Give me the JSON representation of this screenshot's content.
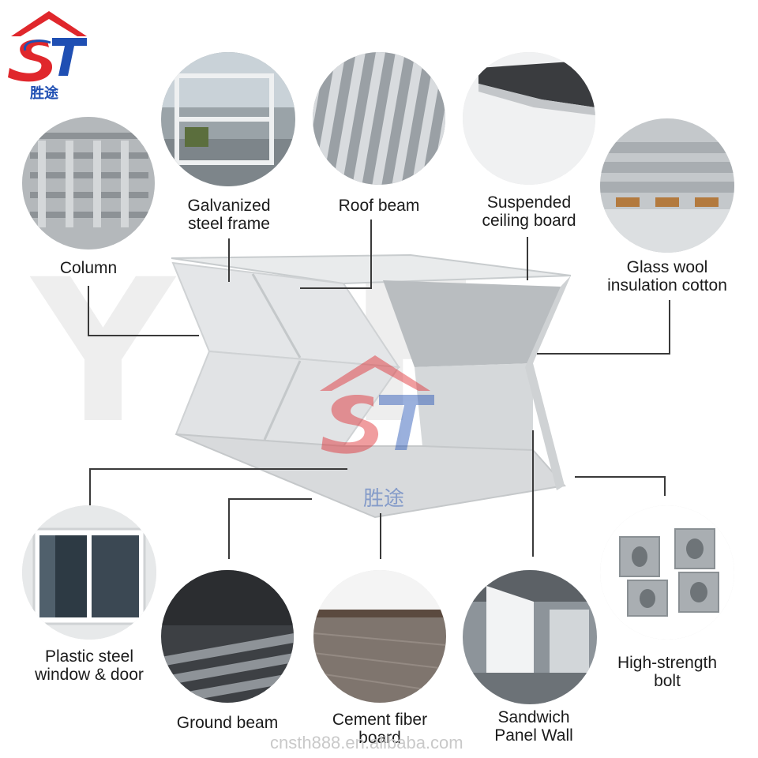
{
  "brand": {
    "logo_text": "胜途",
    "watermark_text": "胜途",
    "watermark_letters": "YLF"
  },
  "labels": {
    "column": "Column",
    "galvanized": [
      "Galvanized",
      "steel frame"
    ],
    "roof_beam": "Roof beam",
    "ceiling": [
      "Suspended",
      "ceiling board"
    ],
    "insulation": [
      "Glass wool",
      "insulation cotton"
    ],
    "window": [
      "Plastic steel",
      "window & door"
    ],
    "ground_beam": "Ground beam",
    "cement": [
      "Cement fiber",
      "board"
    ],
    "sandwich": [
      "Sandwich",
      "Panel Wall"
    ],
    "bolt": [
      "High-strength",
      "bolt"
    ]
  },
  "footer": {
    "url": "cnsth888.en.alibaba.com"
  },
  "colors": {
    "logo_red": "#e0272c",
    "logo_blue": "#1f4fb3",
    "frame": "#d9dde0",
    "line": "#333333"
  }
}
